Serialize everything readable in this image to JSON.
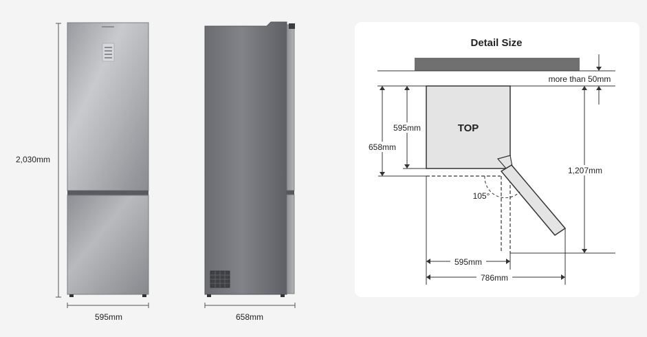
{
  "front_view": {
    "height_label": "2,030mm",
    "width_label": "595mm"
  },
  "side_view": {
    "depth_label": "658mm"
  },
  "detail_panel": {
    "title": "Detail Size",
    "clearance_label": "more than 50mm",
    "top_label": "TOP",
    "body_depth_label": "595mm",
    "total_depth_label": "658mm",
    "door_open_depth_label": "1,207mm",
    "door_angle_label": "105°",
    "width_label": "595mm",
    "open_width_label": "786mm"
  },
  "colors": {
    "background": "#f4f4f4",
    "panel": "#ffffff",
    "steel_light": "#c8c9cc",
    "steel_dark": "#6f7176",
    "top_fill": "#e4e4e4",
    "wall_fill": "#707070"
  }
}
